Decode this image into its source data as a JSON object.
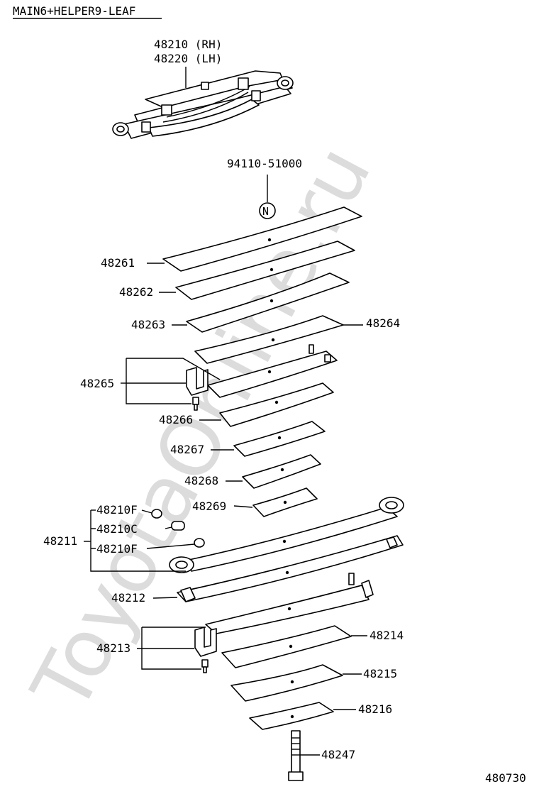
{
  "header": {
    "title": "MAIN6+HELPER9-LEAF"
  },
  "watermark": "ToyotaOnline.ru",
  "footer": {
    "code": "480730"
  },
  "assembly": {
    "line1": "48210 (RH)",
    "line2": "48220 (LH)"
  },
  "nut_symbol": "N",
  "labels": {
    "p94110": "94110-51000",
    "p48261": "48261",
    "p48262": "48262",
    "p48263": "48263",
    "p48264": "48264",
    "p48265": "48265",
    "p48266": "48266",
    "p48267": "48267",
    "p48268": "48268",
    "p48269": "48269",
    "p48210F_top": "48210F",
    "p48210C": "48210C",
    "p48210F_bot": "48210F",
    "p48211": "48211",
    "p48212": "48212",
    "p48213": "48213",
    "p48214": "48214",
    "p48215": "48215",
    "p48216": "48216",
    "p48247": "48247"
  }
}
